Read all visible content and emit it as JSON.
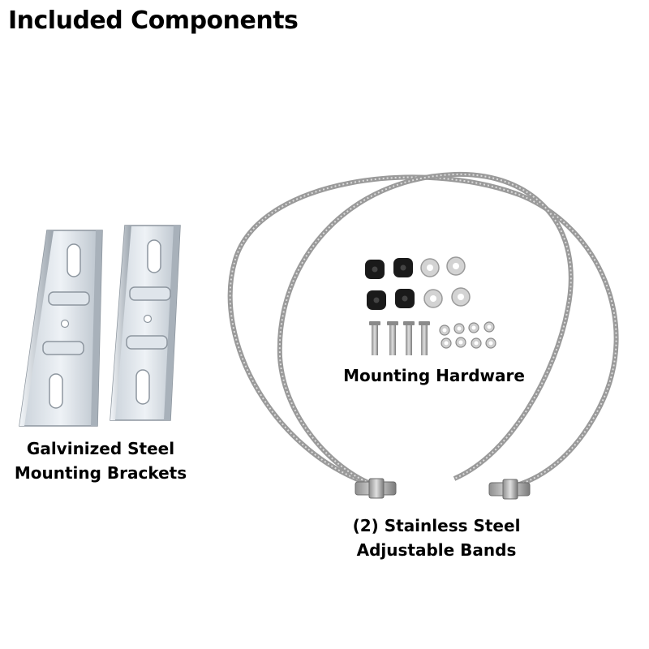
{
  "page": {
    "title": "Included Components"
  },
  "components": {
    "brackets": {
      "line1": "Galvinized Steel",
      "line2": "Mounting Brackets"
    },
    "hardware": {
      "label": "Mounting Hardware"
    },
    "bands": {
      "line1": "(2) Stainless Steel",
      "line2": "Adjustable Bands"
    }
  },
  "colors": {
    "steel_light": "#e6ebf0",
    "steel_mid": "#b9c2cb",
    "steel_dark": "#8d969f",
    "band": "#9a9a9a",
    "rubber": "#1a1a1a"
  }
}
